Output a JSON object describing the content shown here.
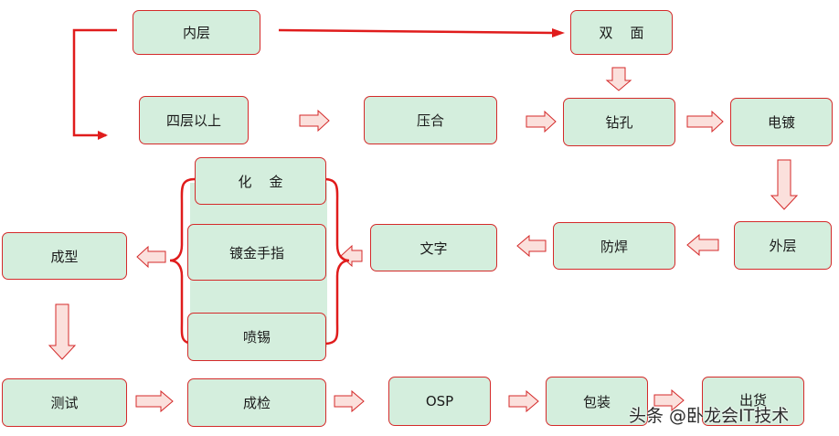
{
  "nodes": {
    "inner": "内层",
    "double_side": "双    面",
    "four_layer": "四层以上",
    "lamination": "压合",
    "drilling": "钻孔",
    "plating": "电镀",
    "outer": "外层",
    "solder_mask": "防焊",
    "legend_print": "文字",
    "enig": "化    金",
    "gold_finger": "镀金手指",
    "hasl": "喷锡",
    "routing": "成型",
    "testing": "测试",
    "final_inspection": "成检",
    "osp": "OSP",
    "packaging": "包装",
    "shipping": "出货"
  },
  "watermark": "头条 @卧龙会IT技术",
  "colors": {
    "box_fill": "#d4eedd",
    "border": "#d42a2a",
    "arrow_fill": "#fbe0dc",
    "red_line": "#e01c1c"
  }
}
